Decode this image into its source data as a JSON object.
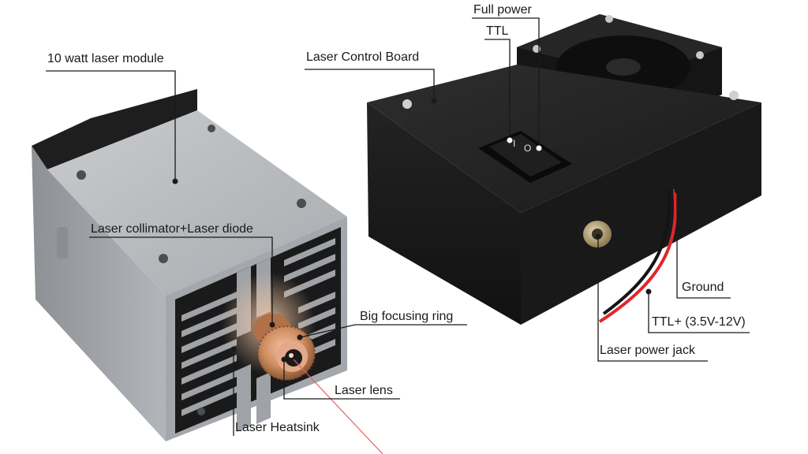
{
  "labels": {
    "laser_module": "10 watt laser module",
    "control_board": "Laser Control Board",
    "full_power": "Full power",
    "ttl": "TTL",
    "collimator": "Laser collimator+Laser diode",
    "focusing_ring": "Big focusing ring",
    "lens": "Laser lens",
    "heatsink": "Laser Heatsink",
    "ground": "Ground",
    "ttl_plus": "TTL+ (3.5V-12V)",
    "power_jack": "Laser power jack"
  },
  "switch_marks": {
    "on": "I",
    "off": "O"
  },
  "colors": {
    "aluminum": "#b9bcc0",
    "black_body": "#1c1c1c",
    "copper": "#c98a5c",
    "wire_red": "#e0262a",
    "beam": "#e86060"
  }
}
